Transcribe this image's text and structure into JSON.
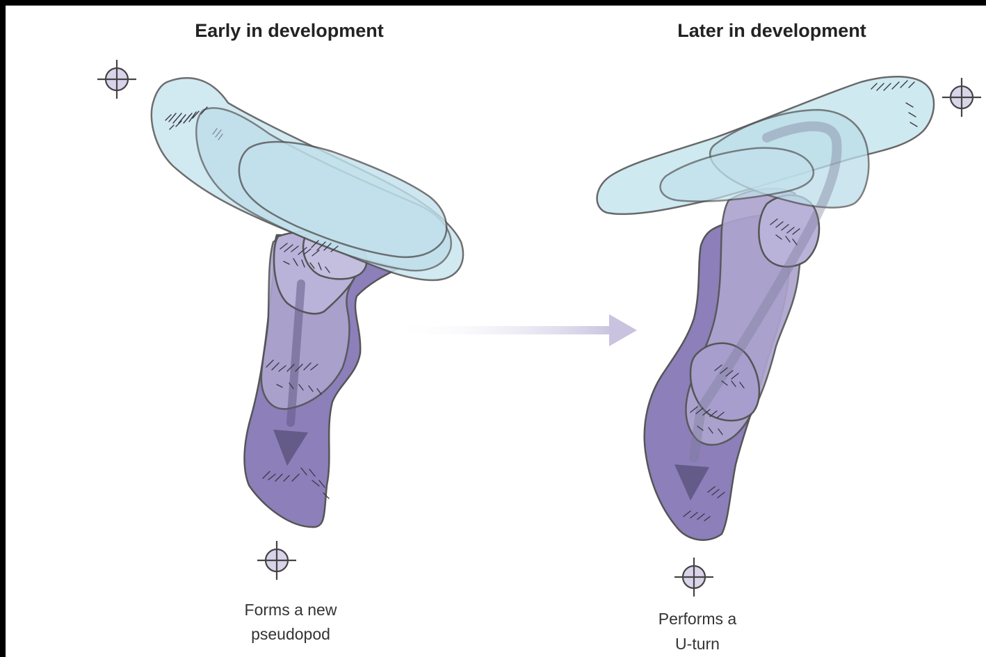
{
  "panels": {
    "left": {
      "title": "Early in development",
      "caption_line1": "Forms a new",
      "caption_line2": "pseudopod"
    },
    "right": {
      "title": "Later in development",
      "caption_line1": "Performs a",
      "caption_line2": "U-turn"
    }
  },
  "colors": {
    "old_pseudopod": "#c9e6ef",
    "new_pseudopod": "#8d7fba",
    "mid_pseudopod": "#ada4cf",
    "arrow": "#5e5580",
    "transition_arrow": "#c9c3e0",
    "target_marker": "#d9d4ea"
  },
  "icons": {
    "target": "crosshair-target-icon"
  }
}
